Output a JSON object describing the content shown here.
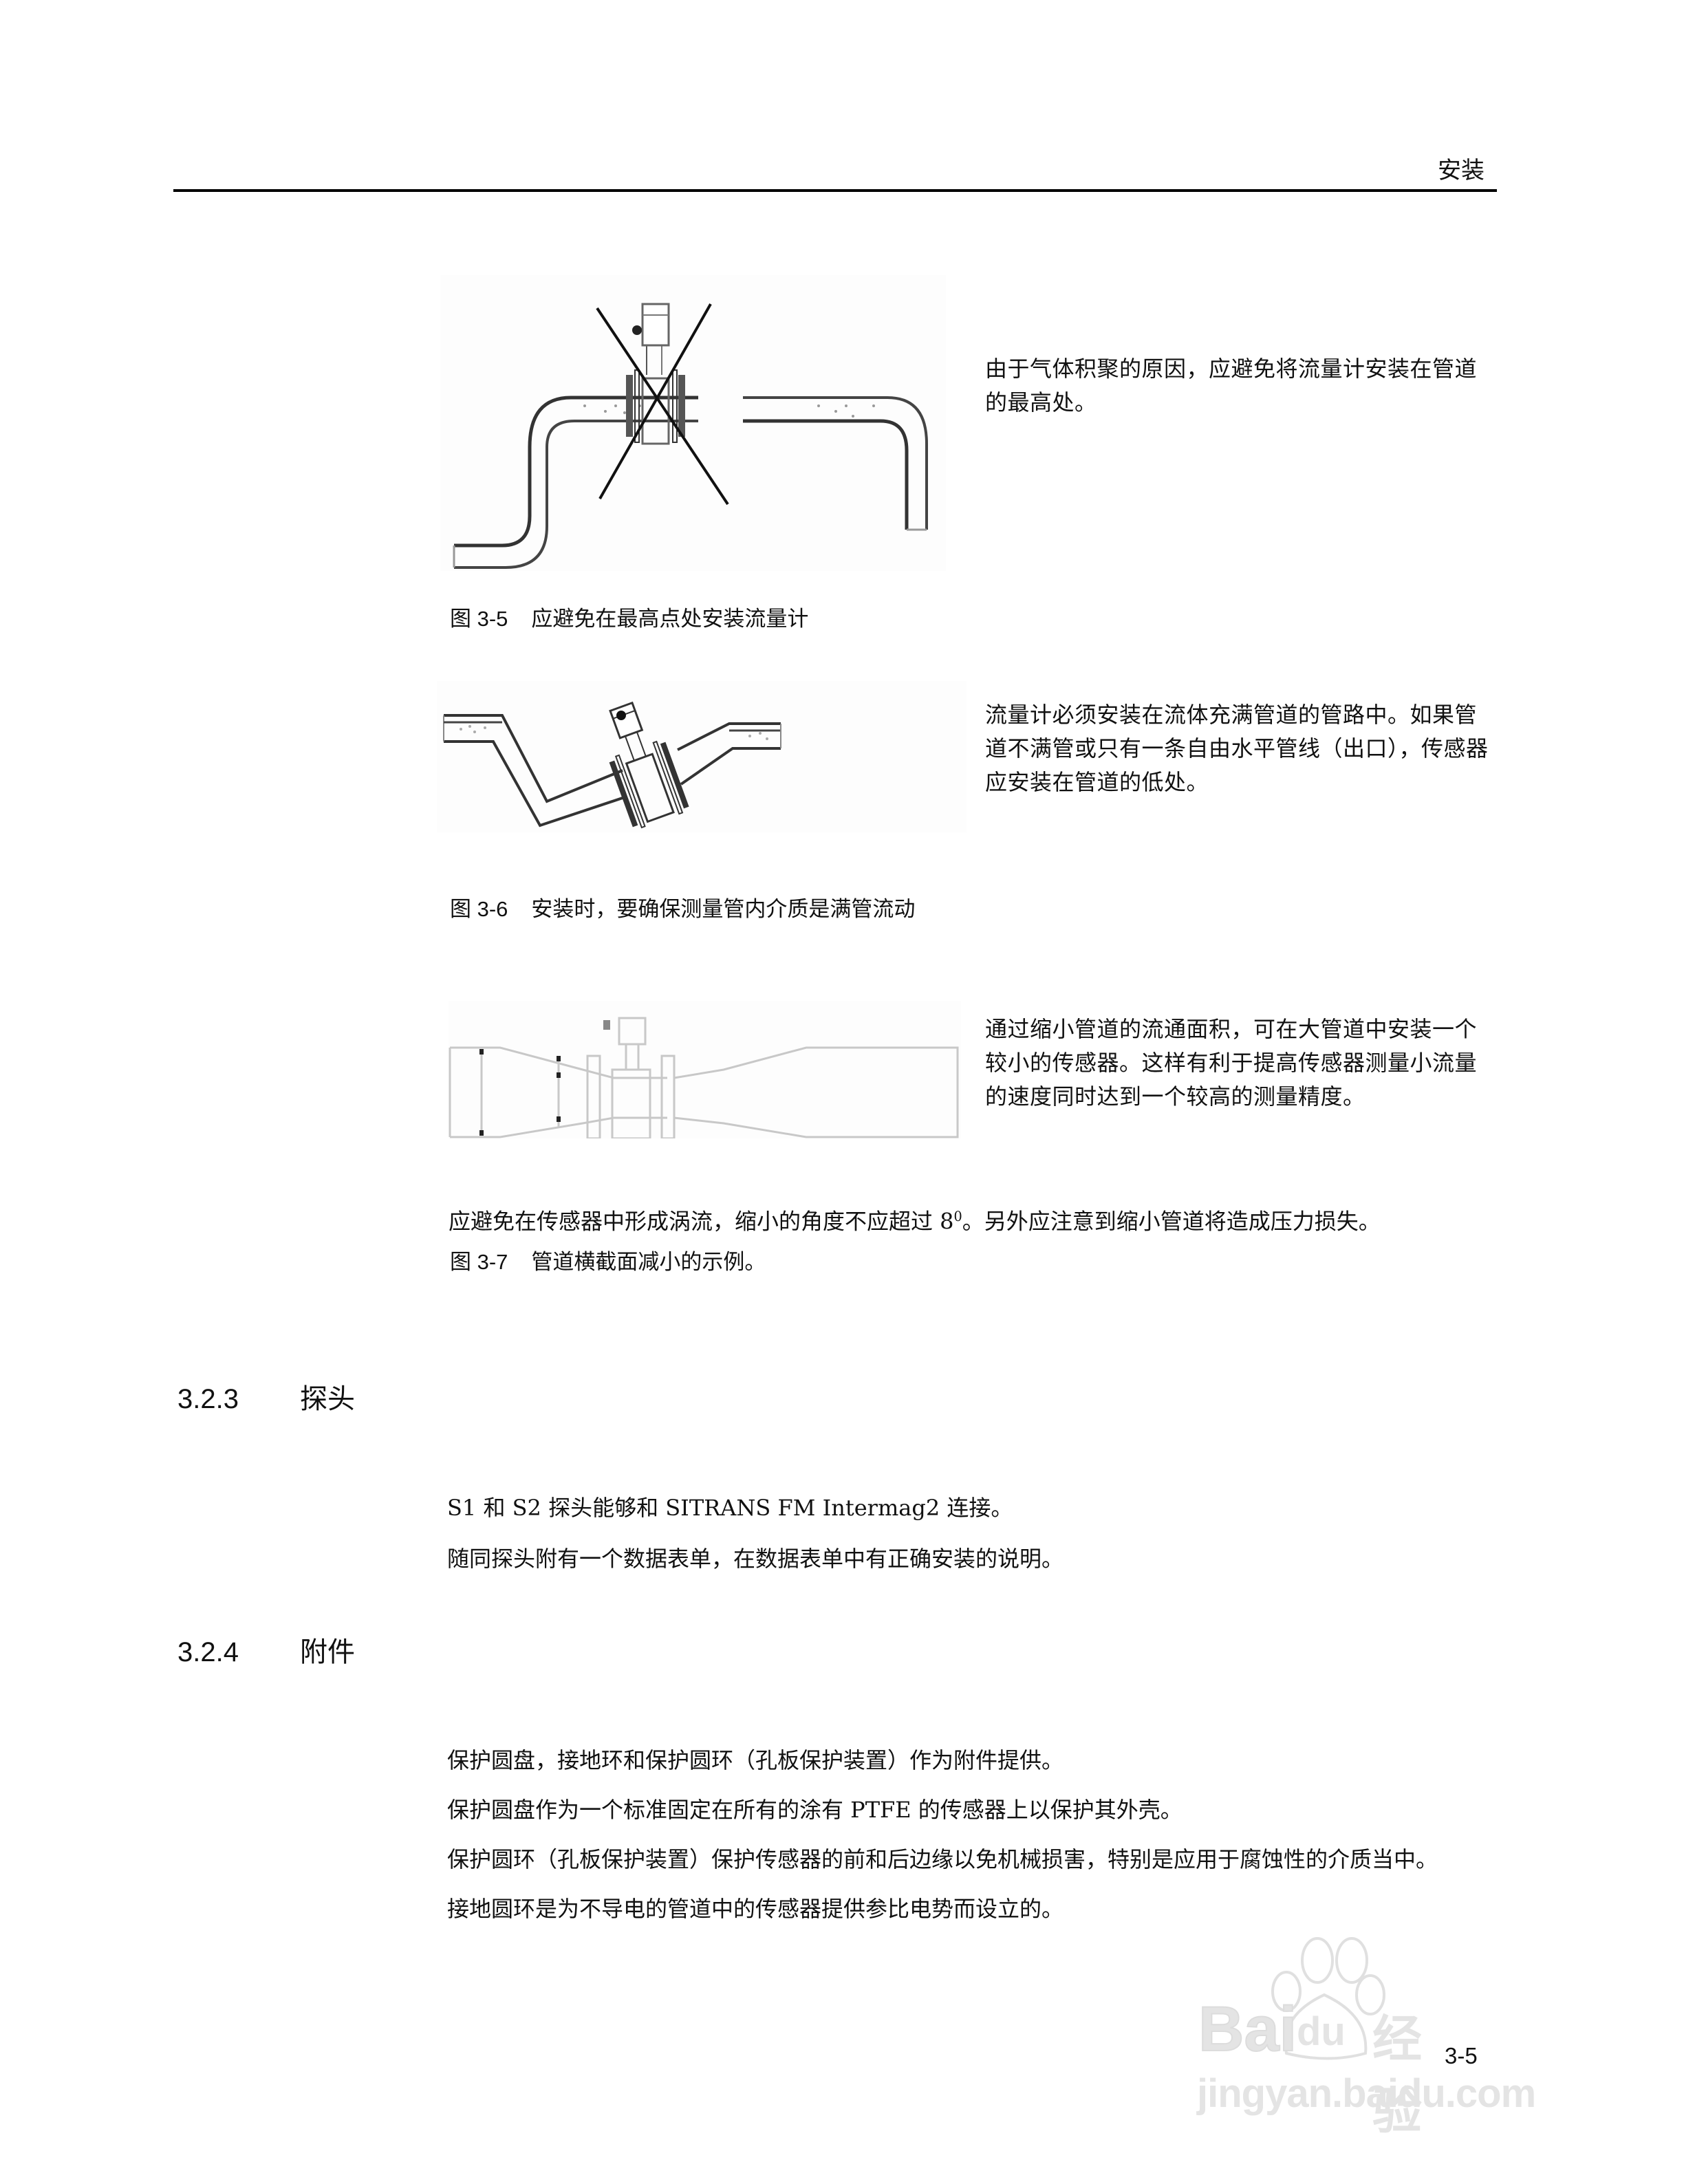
{
  "header": {
    "chapter_title": "安装"
  },
  "figures": [
    {
      "id": "fig-3-5",
      "number": "图 3-5",
      "caption": "应避免在最高点处安装流量计",
      "side_text": "由于气体积聚的原因，应避免将流量计安装在管道的最高处。"
    },
    {
      "id": "fig-3-6",
      "number": "图 3-6",
      "caption": "安装时，要确保测量管内介质是满管流动",
      "side_text": "流量计必须安装在流体充满管道的管路中。如果管道不满管或只有一条自由水平管线（出口），传感器应安装在管道的低处。"
    },
    {
      "id": "fig-3-7",
      "number": "图 3-7",
      "caption": "管道横截面减小的示例。",
      "side_text": "通过缩小管道的流通面积，可在大管道中安装一个较小的传感器。这样有利于提高传感器测量小流量的速度同时达到一个较高的测量精度。",
      "note_before": "应避免在传感器中形成涡流，缩小的角度不应超过 8",
      "note_sup": "0",
      "note_after": "。另外应注意到缩小管道将造成压力损失。"
    }
  ],
  "sections": [
    {
      "number": "3.2.3",
      "title": "探头",
      "paragraphs": [
        "S1 和 S2 探头能够和 SITRANS FM Intermag2 连接。",
        "随同探头附有一个数据表单，在数据表单中有正确安装的说明。"
      ]
    },
    {
      "number": "3.2.4",
      "title": "附件",
      "paragraphs": [
        "保护圆盘，接地环和保护圆环（孔板保护装置）作为附件提供。",
        "保护圆盘作为一个标准固定在所有的涂有 PTFE 的传感器上以保护其外壳。",
        "保护圆环（孔板保护装置）保护传感器的前和后边缘以免机械损害，特别是应用于腐蚀性的介质当中。",
        "接地圆环是为不导电的管道中的传感器提供参比电势而设立的。"
      ]
    }
  ],
  "footer": {
    "page_number": "3-5"
  },
  "watermark": {
    "logo_text_left": "Bai",
    "logo_text_paw": "du",
    "logo_text_cn": "经验",
    "url": "jingyan.baidu.com"
  },
  "colors": {
    "text": "#111111",
    "rule": "#000000",
    "diagram_line": "#333333",
    "diagram_light": "#bbbbbb",
    "watermark": "#9a9a9a"
  }
}
